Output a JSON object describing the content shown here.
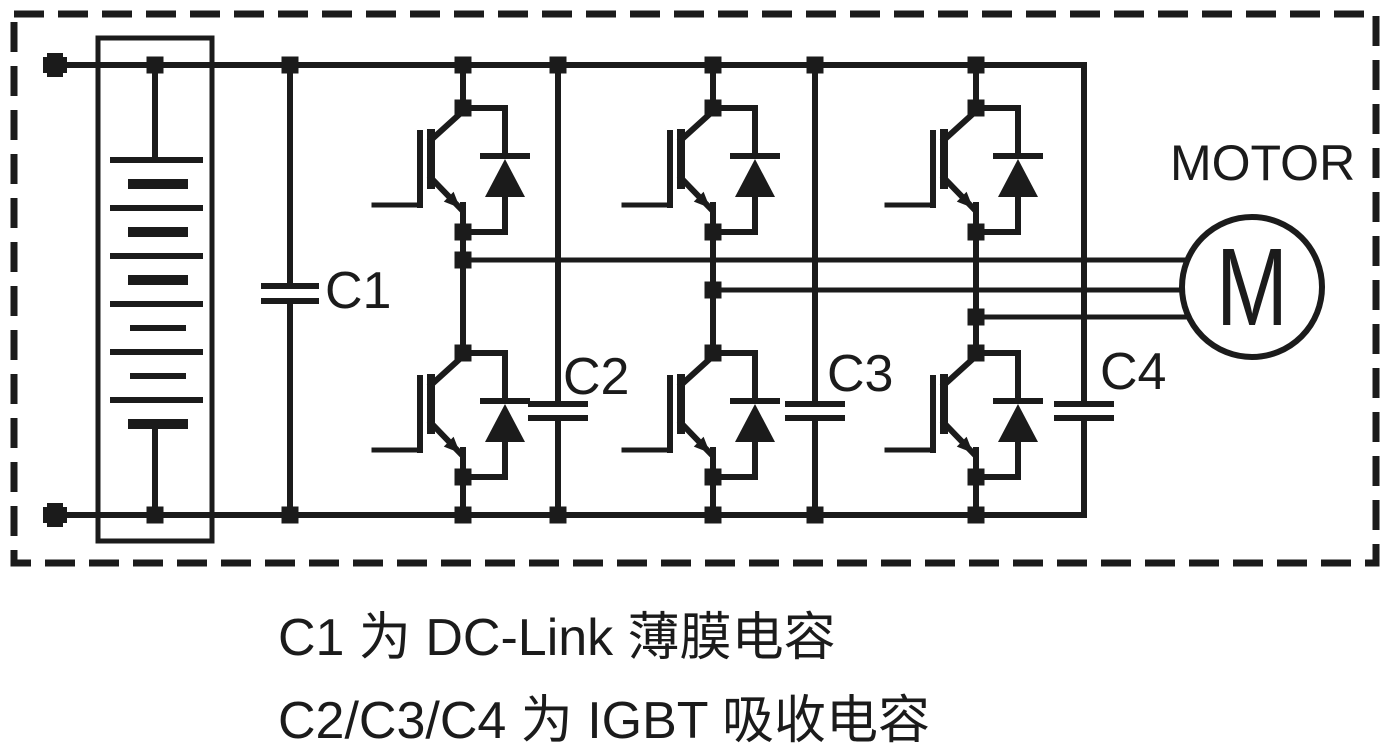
{
  "diagram_type": "three-phase IGBT inverter schematic",
  "labels": {
    "c1": "C1",
    "c2": "C2",
    "c3": "C3",
    "c4": "C4",
    "motor": "MOTOR",
    "motor_symbol": "M"
  },
  "components": {
    "battery": "battery pack (6 cells) inside enclosure",
    "c1_role": "DC-Link film capacitor",
    "snubber_role": "IGBT snubber capacitors",
    "legs": 3,
    "igbts_per_leg": 2,
    "freewheel_diodes": true
  },
  "caption": {
    "line1": "C1 为 DC-Link 薄膜电容",
    "line2": "C2/C3/C4 为 IGBT 吸收电容"
  },
  "colors": {
    "ink": "#1b1b1b",
    "background": "#ffffff"
  }
}
